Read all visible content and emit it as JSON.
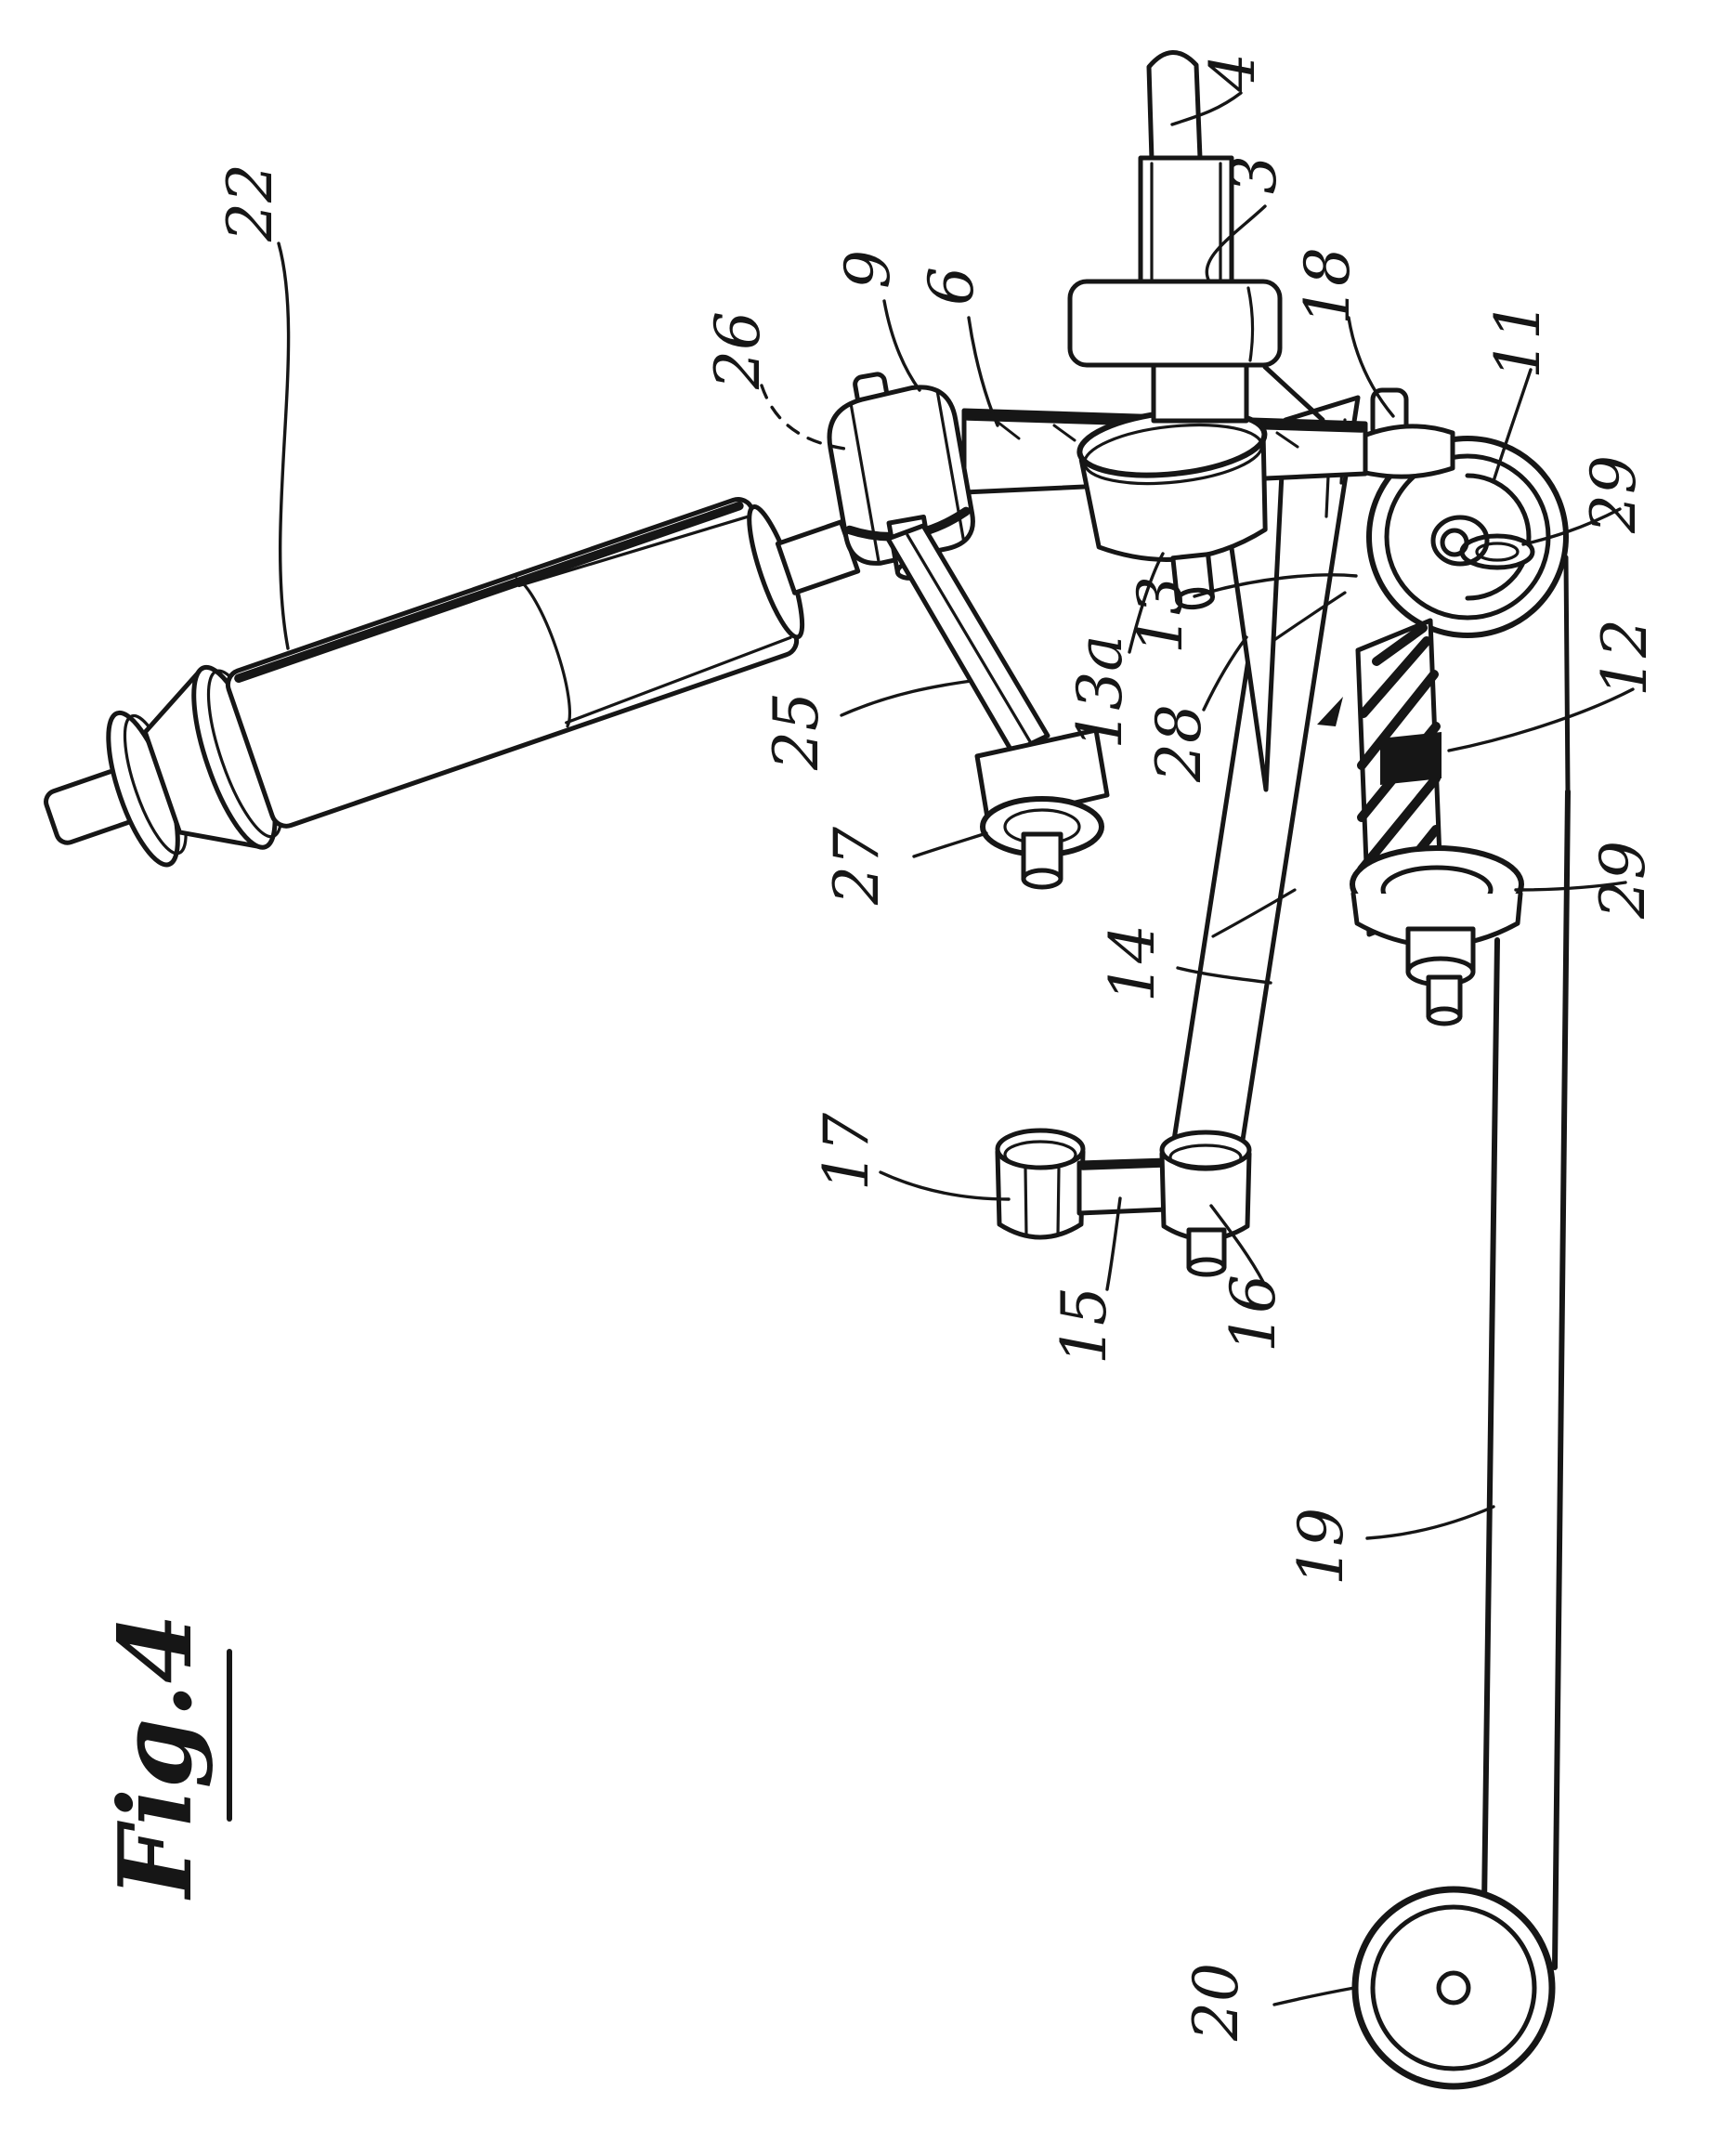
{
  "figure": {
    "title": "Fig.4",
    "kind": "patent-line-drawing",
    "view": "rotated-portrait"
  },
  "colors": {
    "ink": "#161616",
    "paper": "#ffffff"
  },
  "labels": [
    {
      "ref": "22",
      "text": "22"
    },
    {
      "ref": "26",
      "text": "26"
    },
    {
      "ref": "9",
      "text": "9"
    },
    {
      "ref": "6",
      "text": "6"
    },
    {
      "ref": "4",
      "text": "4"
    },
    {
      "ref": "3",
      "text": "3"
    },
    {
      "ref": "18",
      "text": "18"
    },
    {
      "ref": "11",
      "text": "11"
    },
    {
      "ref": "29a",
      "text": "29"
    },
    {
      "ref": "12",
      "text": "12"
    },
    {
      "ref": "13a",
      "text": "13a"
    },
    {
      "ref": "13",
      "text": "13"
    },
    {
      "ref": "28",
      "text": "28"
    },
    {
      "ref": "25",
      "text": "25"
    },
    {
      "ref": "27",
      "text": "27"
    },
    {
      "ref": "29b",
      "text": "29"
    },
    {
      "ref": "14",
      "text": "14"
    },
    {
      "ref": "17",
      "text": "17"
    },
    {
      "ref": "15",
      "text": "15"
    },
    {
      "ref": "16",
      "text": "16"
    },
    {
      "ref": "19",
      "text": "19"
    },
    {
      "ref": "20",
      "text": "20"
    }
  ]
}
